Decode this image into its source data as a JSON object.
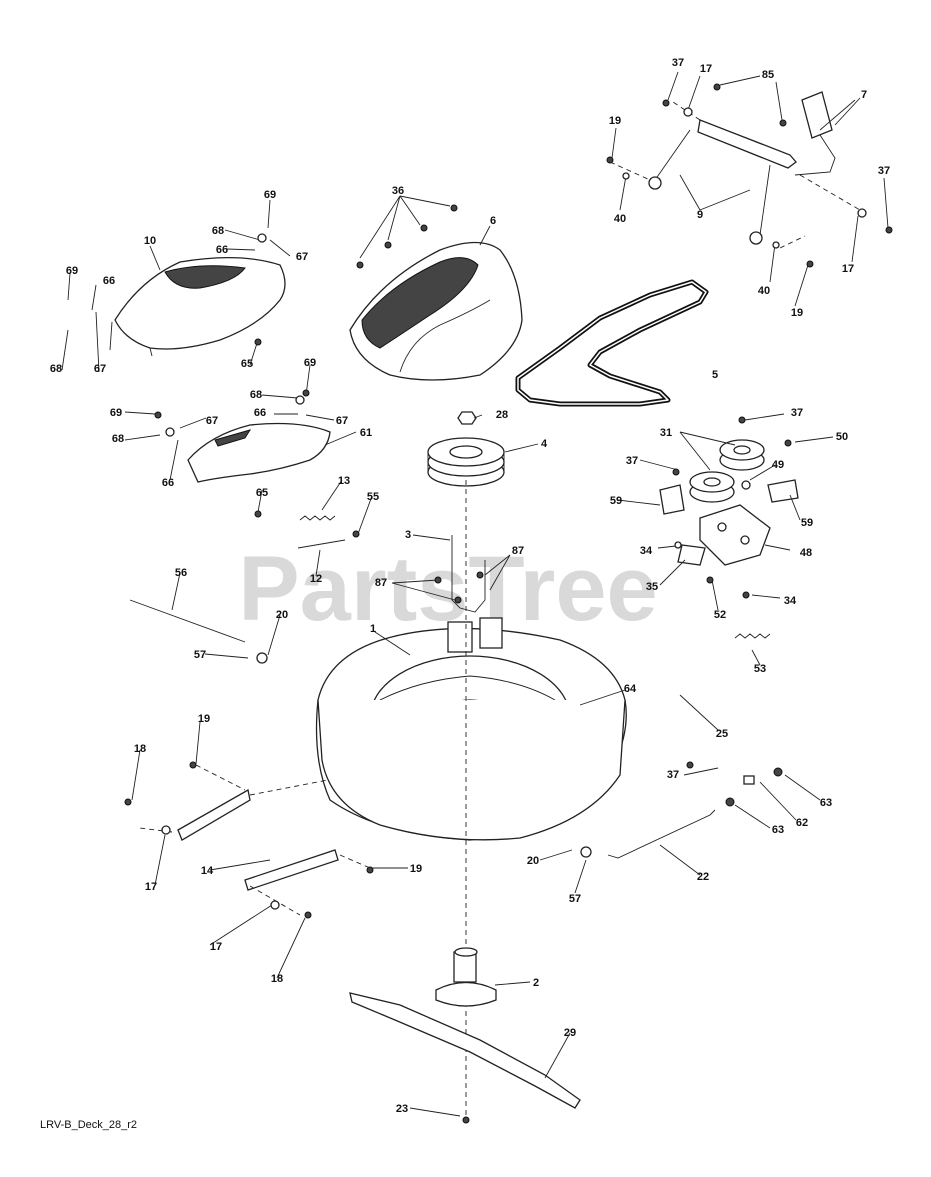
{
  "diagram": {
    "watermark": "PartsTree",
    "drawing_code": "LRV-B_Deck_28_r2",
    "part_numbers": [
      "1",
      "2",
      "3",
      "4",
      "5",
      "6",
      "7",
      "9",
      "10",
      "12",
      "13",
      "14",
      "17",
      "18",
      "19",
      "20",
      "22",
      "23",
      "25",
      "28",
      "29",
      "31",
      "34",
      "35",
      "36",
      "37",
      "40",
      "48",
      "49",
      "50",
      "52",
      "53",
      "55",
      "56",
      "57",
      "59",
      "61",
      "62",
      "63",
      "64",
      "65",
      "66",
      "67",
      "68",
      "69",
      "85",
      "87"
    ]
  }
}
